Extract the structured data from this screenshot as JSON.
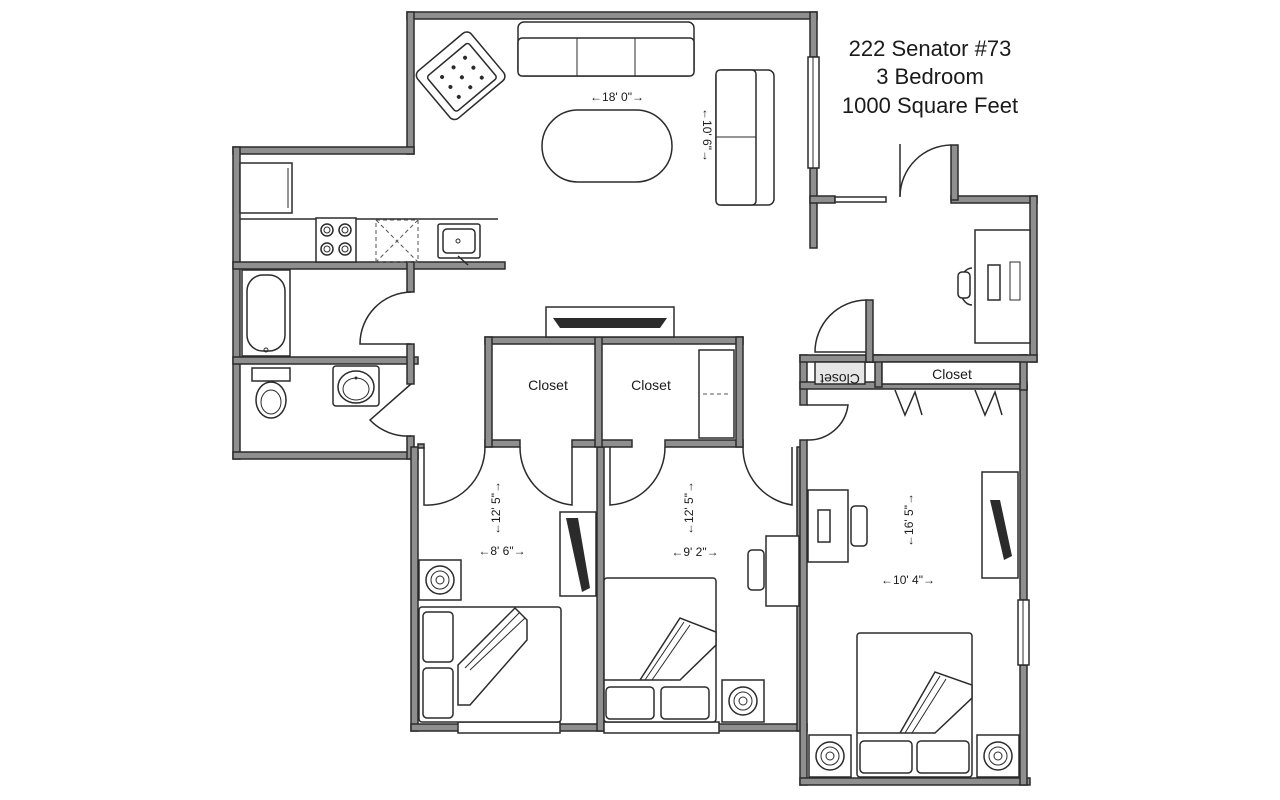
{
  "title": {
    "address": "222 Senator #73",
    "bedrooms": "3 Bedroom",
    "area": "1000 Square Feet"
  },
  "rooms": {
    "closet_1": "Closet",
    "closet_2": "Closet",
    "closet_3": "Closet",
    "closet_4": "Closet"
  },
  "dimensions": {
    "living_width": "←18' 0\"→",
    "living_depth": "←10' 6\"→",
    "bed1_depth": "←12' 5\"→",
    "bed1_width": "←8' 6\"→",
    "bed2_depth": "←12' 5\"→",
    "bed2_width": "←9' 2\"→",
    "bed3_depth": "←16' 5\"→",
    "bed3_width": "←10' 4\"→"
  },
  "colors": {
    "wall": "#8f8f8f",
    "line": "#2b2b2b"
  }
}
